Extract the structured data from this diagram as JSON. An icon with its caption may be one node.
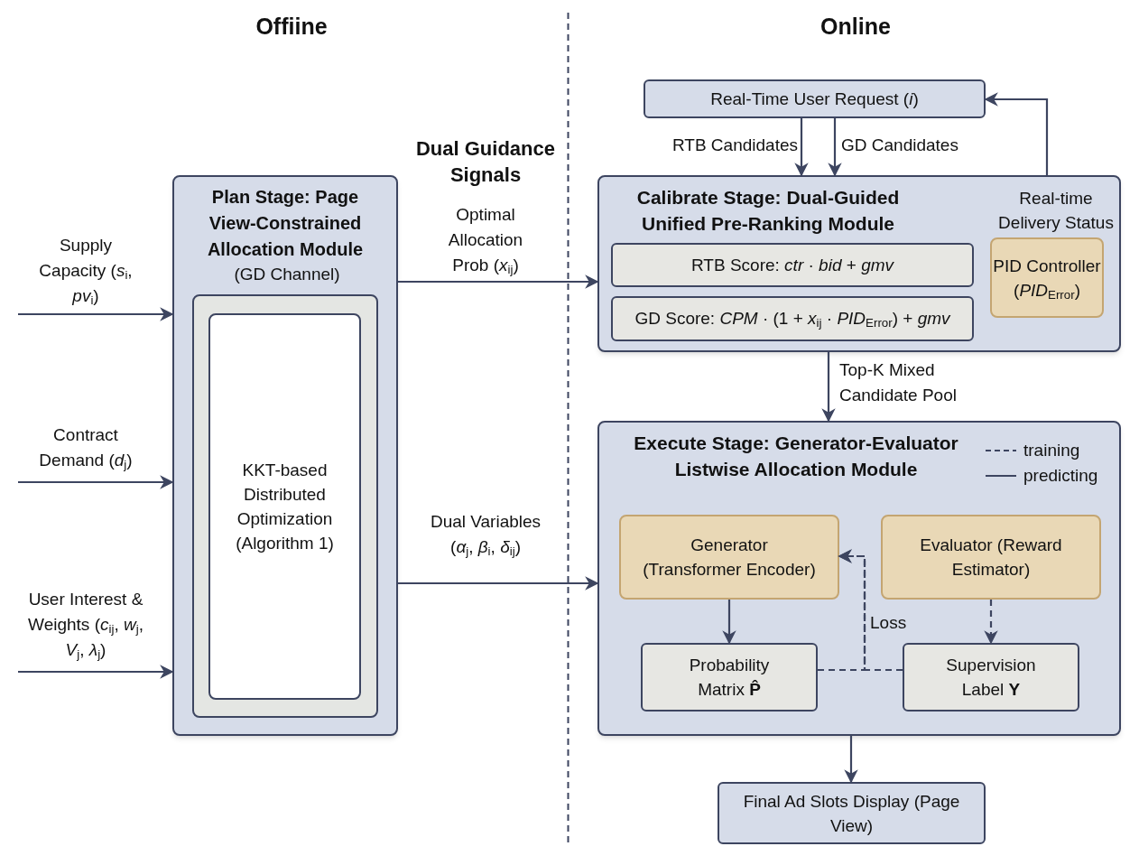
{
  "diagram": {
    "nodes": [
      {
        "text": [
          "Plan Stage: Page View-Constrained Allocation Module",
          "(GD Channel)"
        ]
      },
      {
        "text": [],
        "shape": "box",
        "in": 0
      },
      {
        "text": [
          "KKT-based Distributed Optimization (Algorithm 1)"
        ],
        "in": 1
      },
      {
        "text": [
          "Real-Time User Request (*i*)"
        ]
      },
      {
        "text": [
          "Calibrate Stage: Dual-Guided Unified Pre-Ranking Module",
          "Real-time Delivery Status"
        ]
      },
      {
        "text": [
          "RTB Score: *ctr* · *bid* + *gmv*"
        ],
        "in": 4
      },
      {
        "text": [
          "GD Score: *CPM* · (1 + *x*$_{ij}$ · *PID*$_{Error}$) + *gmv*"
        ],
        "in": 4
      },
      {
        "text": [
          "PID Controller",
          "(*PID*$_{Error}$)"
        ],
        "in": 4
      },
      {
        "text": [
          "Execute Stage: Generator-Evaluator Listwise Allocation Module"
        ]
      },
      {
        "text": [
          "Generator (Transformer Encoder)"
        ],
        "in": 8
      },
      {
        "text": [
          "Evaluator (Reward Estimator)"
        ],
        "in": 8
      },
      {
        "text": [
          "Probability Matrix **P̂**"
        ],
        "in": 8
      },
      {
        "text": [
          "Supervision Label **Y**"
        ],
        "in": 8
      },
      {
        "text": [
          "Final Ad Slots Display (Page View)"
        ]
      }
    ],
    "edges": [
      {
        "from": null,
        "to": 0,
        "arrow": "to",
        "label": "Supply Capacity (*s*$_{i}$, *pv*$_{i}$)"
      },
      {
        "from": null,
        "to": 0,
        "arrow": "to",
        "label": "Contract Demand (*d*$_{j}$)"
      },
      {
        "from": null,
        "to": 0,
        "arrow": "to",
        "label": "User Interest & Weights (*c*$_{ij}$, *w*$_{j}$, *V*$_{j}$, *λ*$_{j}$)"
      },
      {
        "from": 0,
        "to": 4,
        "arrow": "to",
        "label": "Optimal Allocation Prob (*x*$_{ij}$)"
      },
      {
        "from": 0,
        "to": 8,
        "arrow": "to",
        "label": "Dual Variables (*α*$_{j}$, *β*$_{i}$, *δ*$_{ij}$)"
      },
      {
        "from": 3,
        "to": 4,
        "arrow": "to",
        "label": "RTB Candidates"
      },
      {
        "from": 3,
        "to": 4,
        "arrow": "to",
        "label": "GD Candidates"
      },
      {
        "from": 4,
        "to": 3,
        "arrow": "to"
      },
      {
        "from": 4,
        "to": 8,
        "arrow": "to",
        "label": "Top-K Mixed Candidate Pool"
      },
      {
        "from": 9,
        "to": 11,
        "arrow": "to"
      },
      {
        "from": 10,
        "to": 12,
        "arrow": "to",
        "style": "dashed"
      },
      {
        "from": 11,
        "to": 9,
        "arrow": "to",
        "style": "dashed",
        "label": "Loss"
      },
      {
        "from": 12,
        "to": 9,
        "arrow": "to",
        "style": "dashed"
      },
      {
        "from": 8,
        "to": 13,
        "arrow": "to"
      }
    ],
    "labels": [
      "Offiine",
      "Online",
      "Dual Guidance Signals"
    ],
    "legend": [
      {
        "text": "training"
      },
      {
        "text": "predicting"
      }
    ]
  }
}
